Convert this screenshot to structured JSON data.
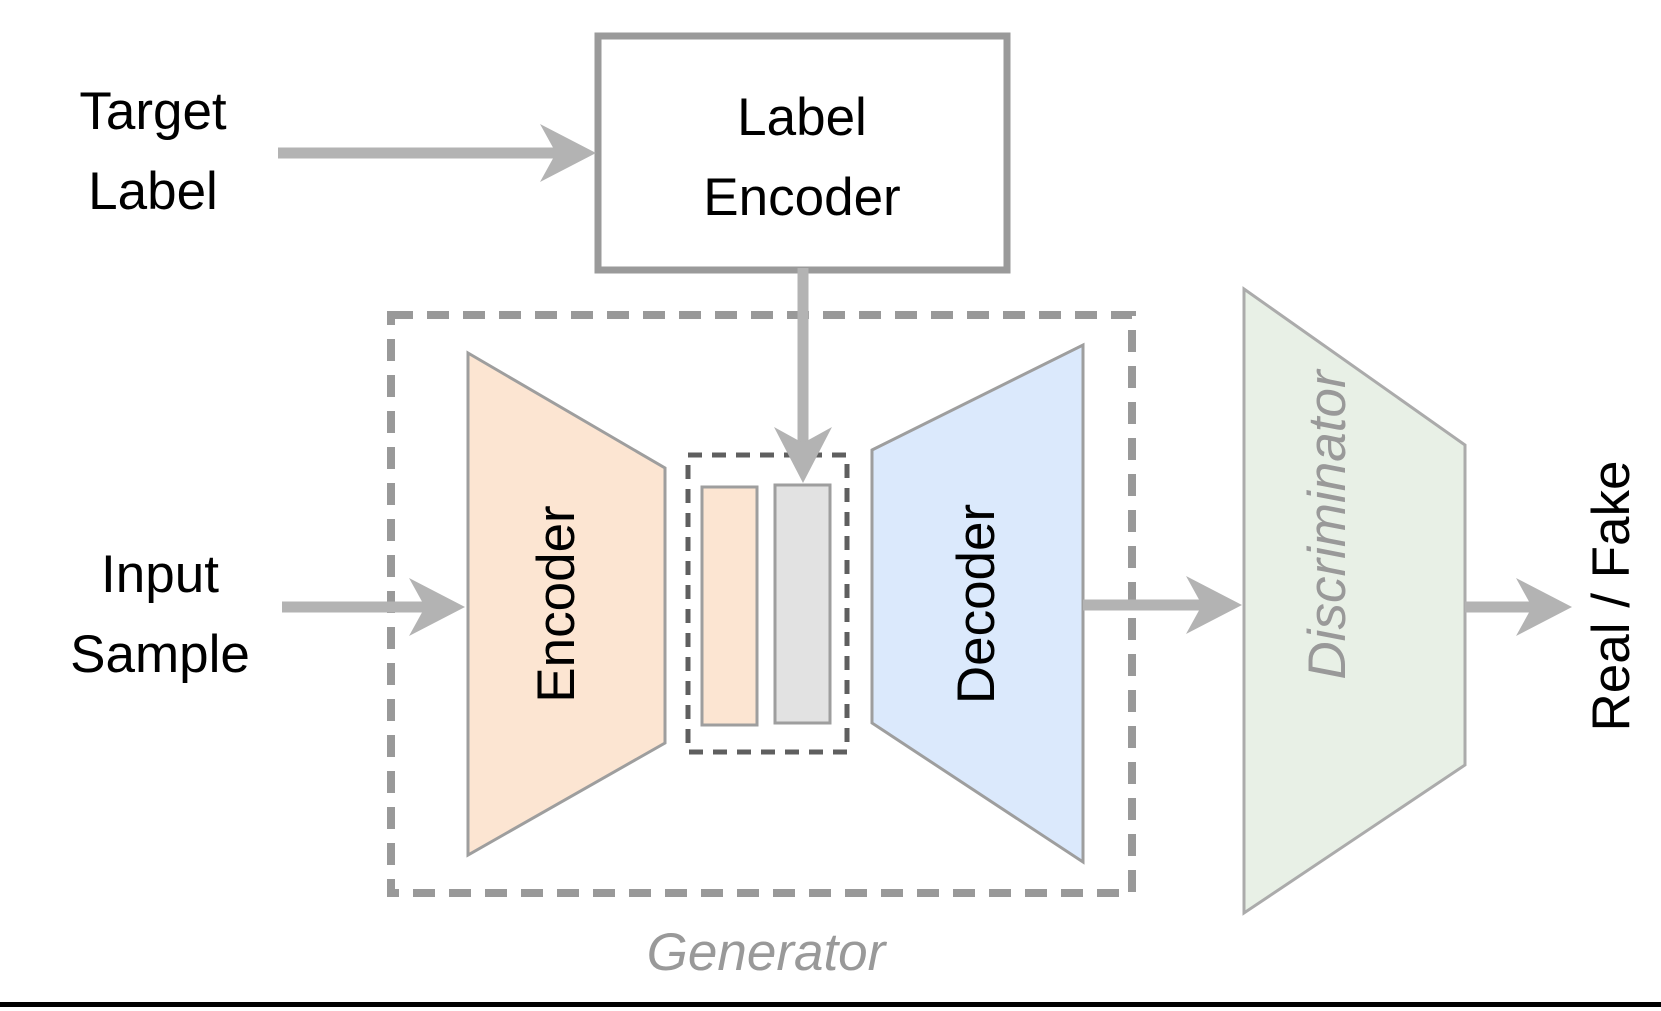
{
  "colors": {
    "arrow": "#b3b3b3",
    "outline": "#9e9e9e",
    "box_outline": "#9a9a9a",
    "box_fill": "#ffffff",
    "generator_dash": "#999999",
    "latent_dash": "#5f5f5f",
    "encoder_fill": "#fce5d2",
    "decoder_fill": "#dbe9fc",
    "latent_label_fill": "#fce5d2",
    "latent_code_fill": "#e2e2e2",
    "discriminator_fill": "#e8f0e6",
    "discriminator_outline": "#ababab",
    "gray_text": "#999999",
    "black_text": "#000000",
    "baseline": "#000000"
  },
  "left_inputs": {
    "target_label": {
      "lines": [
        "Target",
        "Label"
      ]
    },
    "input_sample": {
      "lines": [
        "Input",
        "Sample"
      ]
    }
  },
  "label_encoder_box": {
    "lines": [
      "Label",
      "Encoder"
    ]
  },
  "generator_group": {
    "caption": "Generator",
    "encoder_label": "Encoder",
    "decoder_label": "Decoder"
  },
  "discriminator_label": "Discriminator",
  "output_label": "Real / Fake",
  "edges": [
    {
      "from": "target-label",
      "to": "label-encoder"
    },
    {
      "from": "label-encoder",
      "to": "latent-code"
    },
    {
      "from": "input-sample",
      "to": "encoder"
    },
    {
      "from": "decoder",
      "to": "discriminator"
    },
    {
      "from": "discriminator",
      "to": "real-fake-output"
    }
  ]
}
